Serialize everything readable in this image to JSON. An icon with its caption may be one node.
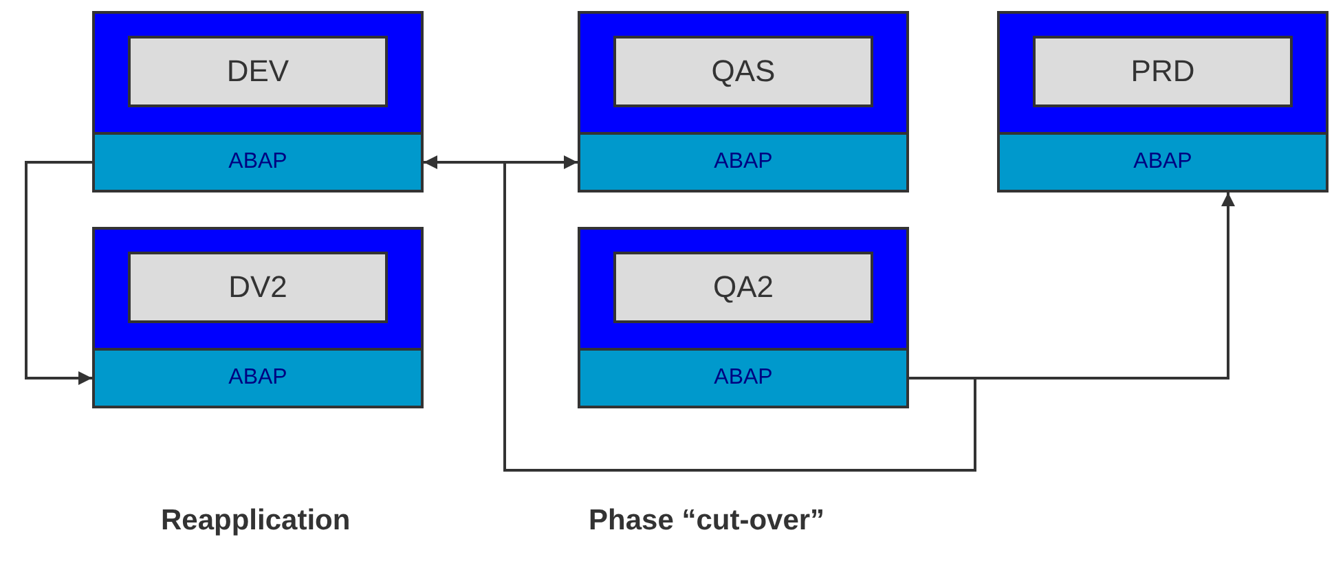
{
  "diagram": {
    "nodes": [
      {
        "text": [],
        "shape": "box"
      },
      {
        "text": [
          "DEV"
        ],
        "in": 0
      },
      {
        "text": [
          "ABAP"
        ],
        "in": 0
      },
      {
        "text": [],
        "shape": "box"
      },
      {
        "text": [
          "QAS"
        ],
        "in": 3
      },
      {
        "text": [
          "ABAP"
        ],
        "in": 3
      },
      {
        "text": [],
        "shape": "box"
      },
      {
        "text": [
          "PRD"
        ],
        "in": 6
      },
      {
        "text": [
          "ABAP"
        ],
        "in": 6
      },
      {
        "text": [],
        "shape": "box"
      },
      {
        "text": [
          "DV2"
        ],
        "in": 9
      },
      {
        "text": [
          "ABAP"
        ],
        "in": 9
      },
      {
        "text": [],
        "shape": "box"
      },
      {
        "text": [
          "QA2"
        ],
        "in": 12
      },
      {
        "text": [
          "ABAP"
        ],
        "in": 12
      }
    ],
    "edges": [
      {
        "from": 2,
        "to": 11,
        "arrow": "to"
      },
      {
        "from": 14,
        "to": 2,
        "arrow": "to"
      },
      {
        "from": 14,
        "to": 5,
        "arrow": "to"
      },
      {
        "from": 14,
        "to": 8,
        "arrow": "to"
      }
    ],
    "labels": [
      "Reapplication",
      "Phase “cut-over”"
    ]
  }
}
